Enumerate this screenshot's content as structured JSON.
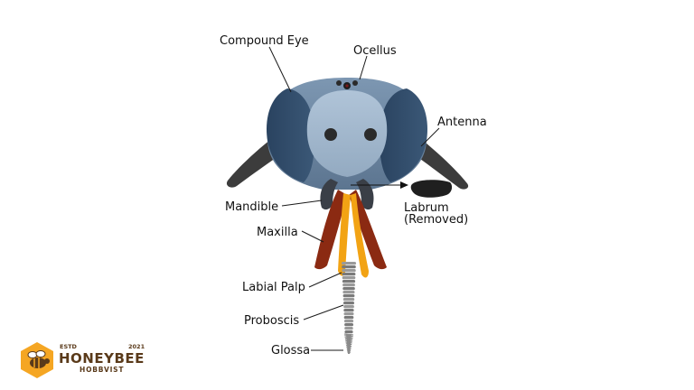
{
  "diagram": {
    "labels": {
      "compound_eye": "Compound Eye",
      "ocellus": "Ocellus",
      "antenna": "Antenna",
      "mandible": "Mandible",
      "labrum_line1": "Labrum",
      "labrum_line2": "(Removed)",
      "maxilla": "Maxilla",
      "labial_palp": "Labial Palp",
      "proboscis": "Proboscis",
      "glossa": "Glossa"
    },
    "colors": {
      "eye": "#2f4a66",
      "face_outer": "#6f8aa6",
      "face_inner": "#9fb6cc",
      "antenna": "#3a3a3a",
      "maxilla": "#8b2a12",
      "labial_palp": "#f2a314",
      "proboscis": "#8a8a8a"
    }
  },
  "logo": {
    "estd": "ESTD",
    "year": "2021",
    "name": "HONEYBEE",
    "tagline": "HOBBVIST",
    "colors": {
      "hex": "#f5a623",
      "text": "#5a3a1a"
    }
  }
}
